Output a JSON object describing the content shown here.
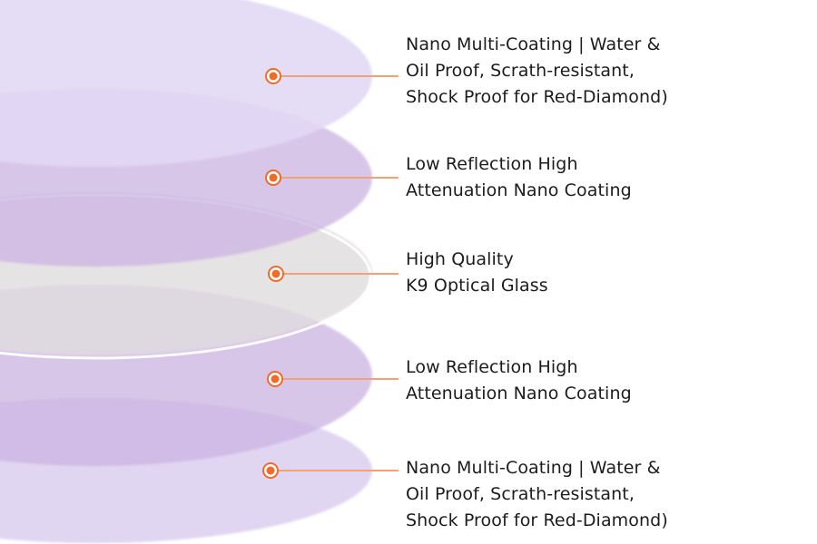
{
  "layers": [
    {
      "id": "top-coating",
      "label": "Nano Multi-Coating | Water &\nOil Proof, Scrath-resistant,\nShock Proof for Red-Diamond)",
      "fill": "#e2d8f4"
    },
    {
      "id": "upper-low-reflection",
      "label": "Low Reflection High\nAttenuation Nano Coating",
      "fill": "#cbb3e2"
    },
    {
      "id": "optical-glass",
      "label": "High Quality\nK9 Optical Glass",
      "fill": "#e0dcdf"
    },
    {
      "id": "lower-low-reflection",
      "label": "Low Reflection High\nAttenuation Nano Coating",
      "fill": "#cbb3e2"
    },
    {
      "id": "bottom-coating",
      "label": "Nano Multi-Coating | Water &\nOil Proof, Scrath-resistant,\nShock Proof for Red-Diamond)",
      "fill": "#dccff0"
    }
  ],
  "colors": {
    "marker": "#f06a2a",
    "leader_line": "#f4a078",
    "text": "#1c1c1c"
  }
}
